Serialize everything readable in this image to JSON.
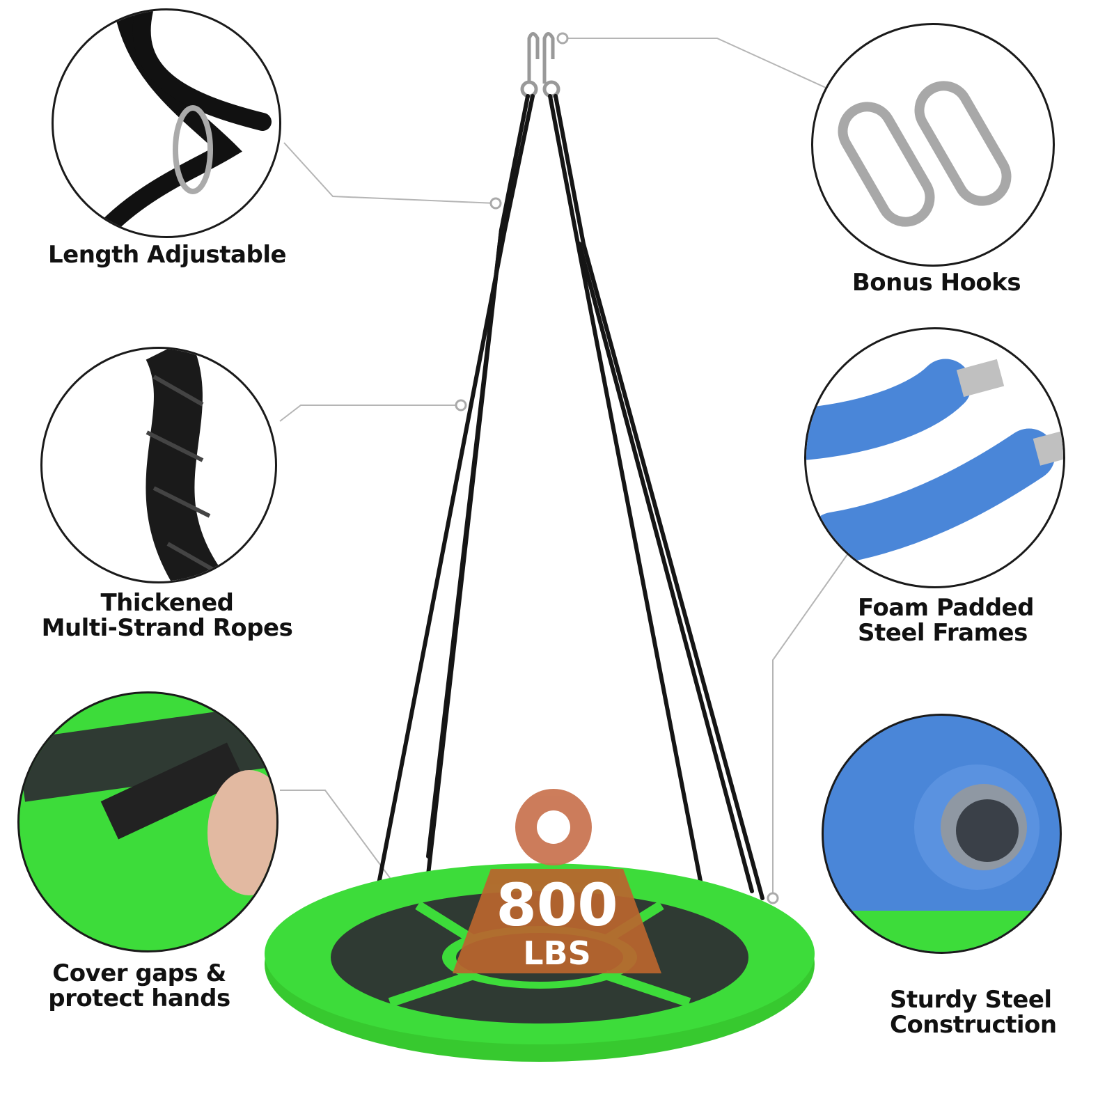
{
  "product": "Round saucer tree swing",
  "weight_badge": {
    "value": "800",
    "unit": "LBS",
    "color": "#c9734f"
  },
  "features": [
    {
      "id": "length",
      "label": "Length Adjustable"
    },
    {
      "id": "hooks",
      "label": "Bonus Hooks"
    },
    {
      "id": "ropes",
      "label_line1": "Thickened",
      "label_line2": "Multi-Strand Ropes"
    },
    {
      "id": "foam",
      "label_line1": "Foam Padded",
      "label_line2": "Steel Frames"
    },
    {
      "id": "cover",
      "label_line1": "Cover gaps &",
      "label_line2": "protect hands"
    },
    {
      "id": "steel",
      "label_line1": "Sturdy Steel",
      "label_line2": "Construction"
    }
  ],
  "colors": {
    "seat_green": "#3ddc3a",
    "seat_dark": "#2f3a33",
    "foam_blue": "#4a86d8",
    "rope": "#151515",
    "callout_line": "#b5b5b5"
  }
}
